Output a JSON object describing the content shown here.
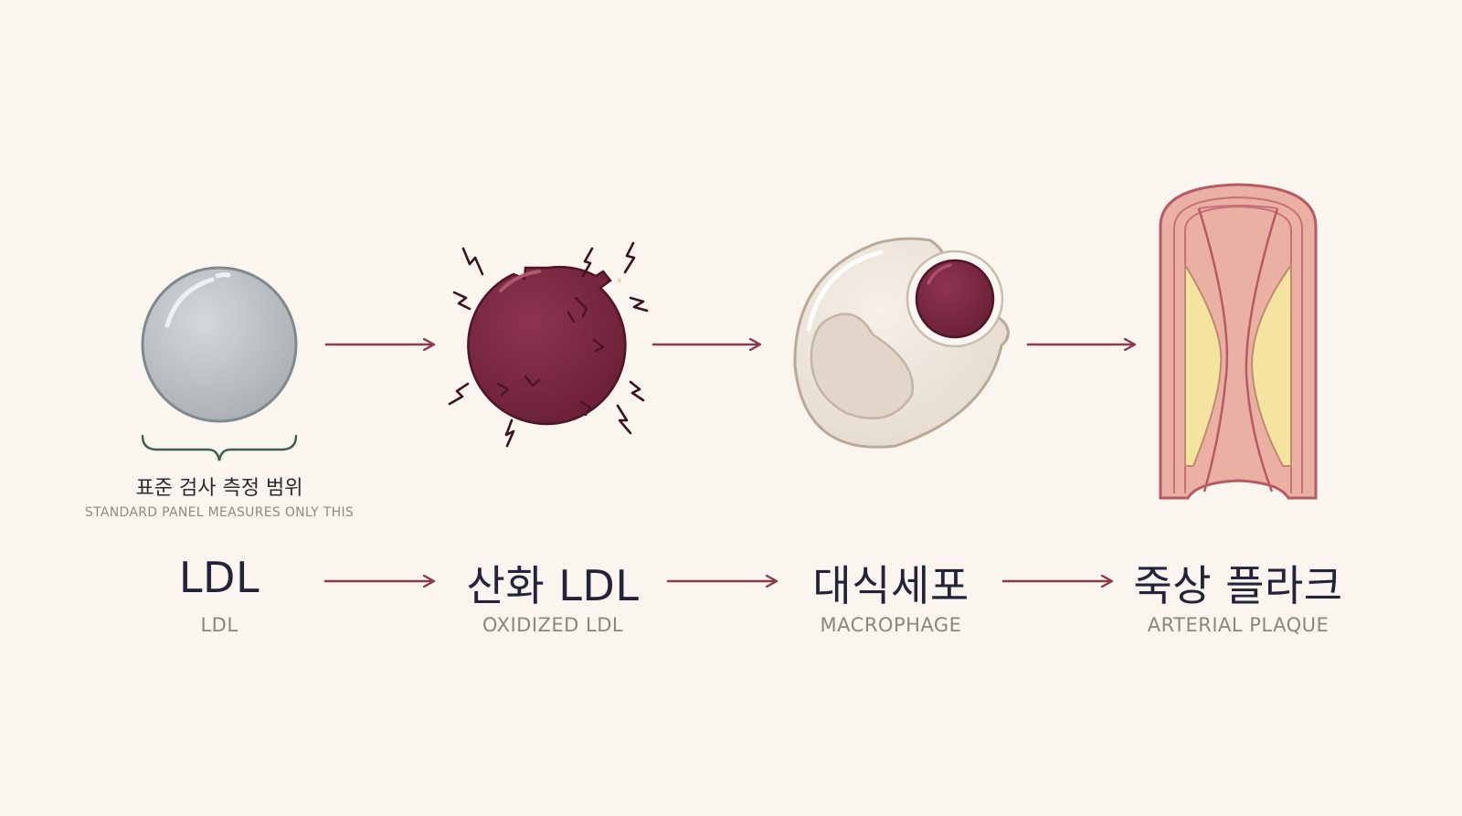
{
  "stages": [
    {
      "ko": "LDL",
      "en": "LDL",
      "icon": "ldl-particle-icon"
    },
    {
      "ko": "산화 LDL",
      "en": "OXIDIZED LDL",
      "icon": "oxidized-ldl-icon"
    },
    {
      "ko": "대식세포",
      "en": "MACROPHAGE",
      "icon": "macrophage-icon"
    },
    {
      "ko": "죽상 플라크",
      "en": "ARTERIAL PLAQUE",
      "icon": "artery-plaque-icon"
    }
  ],
  "note": {
    "ko": "표준 검사 측정 범위",
    "en": "STANDARD PANEL MEASURES ONLY THIS"
  },
  "colors": {
    "background": "#faf6ef",
    "arrow": "#8a3a4e",
    "ldl": "#b7bcbe",
    "oxidized": "#7a2a40",
    "bracket": "#3e5e52",
    "plaque": "#f2e39a",
    "artery": "#e8a99c"
  }
}
